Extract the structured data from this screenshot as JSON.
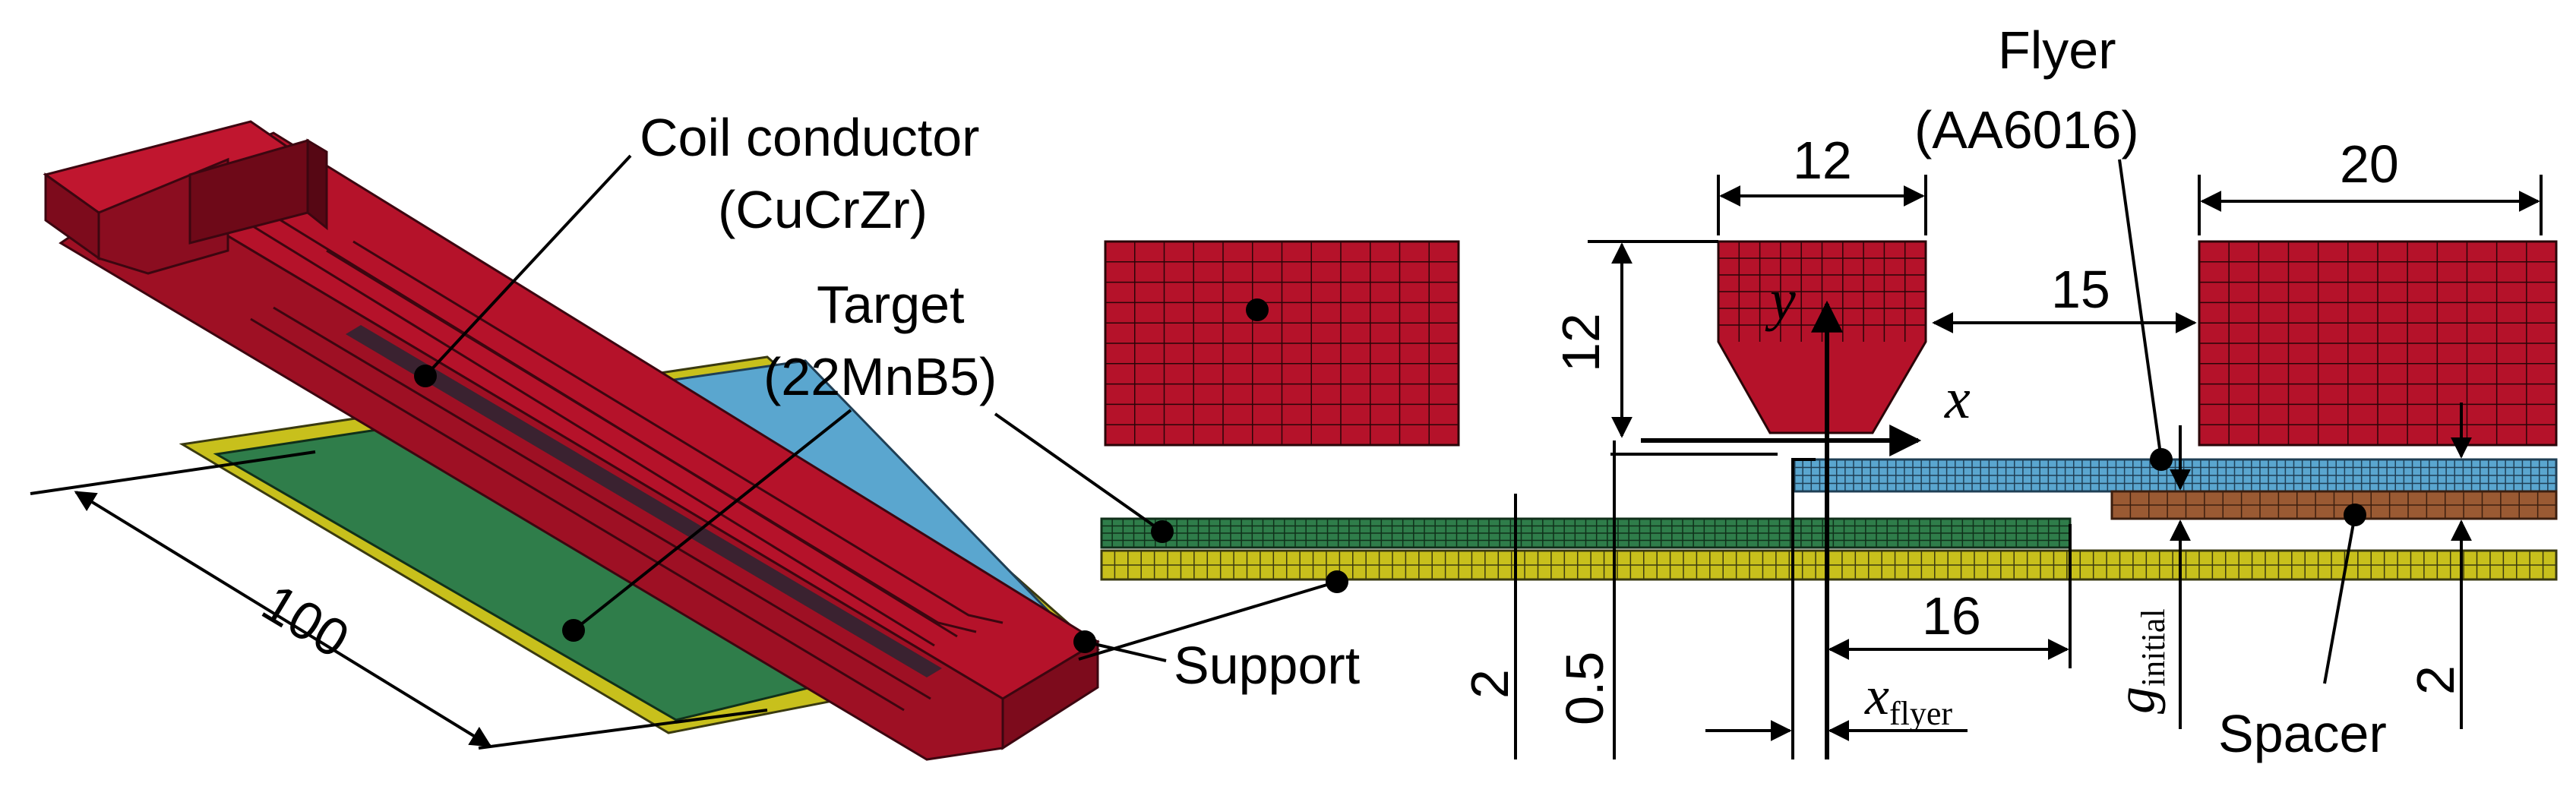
{
  "labels": {
    "coil": "Coil conductor",
    "coil_material": "(CuCrZr)",
    "target": "Target",
    "target_material": "(22MnB5)",
    "flyer": "Flyer",
    "flyer_material": "(AA6016)",
    "support": "Support",
    "spacer": "Spacer"
  },
  "dimensions": {
    "length_100": "100",
    "coil_width": "12",
    "coil_height": "12",
    "coil_right_width": "20",
    "coil_gap": "15",
    "overlap": "16",
    "target_thickness": "2",
    "gap_offset": "0.5",
    "spacer_thickness": "2"
  },
  "symbols": {
    "x_axis": "x",
    "y_axis": "y",
    "x_flyer_base": "x",
    "x_flyer_sub": "flyer",
    "g_initial_base": "g",
    "g_initial_sub": "initial"
  },
  "colors": {
    "coil": "#b5122a",
    "coil_dark": "#7d0b1c",
    "target": "#2f7d4a",
    "flyer": "#5aa6cf",
    "support": "#c8c01c",
    "spacer": "#9a5a33"
  }
}
